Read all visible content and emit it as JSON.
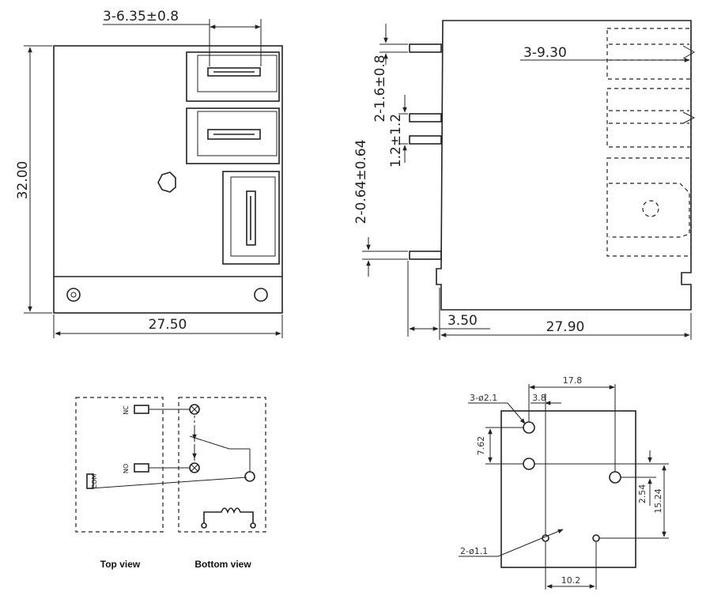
{
  "front_view": {
    "dim_width": "27.50",
    "dim_height": "32.00",
    "dim_terminal_width": "3-6.35±0.8"
  },
  "side_view": {
    "dim_terminal_length": "3-9.30",
    "dim_pin_width": "2-1.6±0.8",
    "dim_pin_spacing": "1.2±1.2",
    "dim_pin_thickness": "2-0.64±0.64",
    "dim_offset": "3.50",
    "dim_depth": "27.90"
  },
  "schematic": {
    "label_nc": "NC",
    "label_no": "NO",
    "label_com": "COM",
    "caption_top": "Top view",
    "caption_bottom": "Bottom view"
  },
  "pcb_layout": {
    "dim_large_holes": "3-ø2.1",
    "dim_small_holes": "2-ø1.1",
    "dim_17_8": "17.8",
    "dim_3_8": "3.8",
    "dim_7_62": "7.62",
    "dim_2_54": "2.54",
    "dim_15_24": "15.24",
    "dim_10_2": "10.2"
  }
}
